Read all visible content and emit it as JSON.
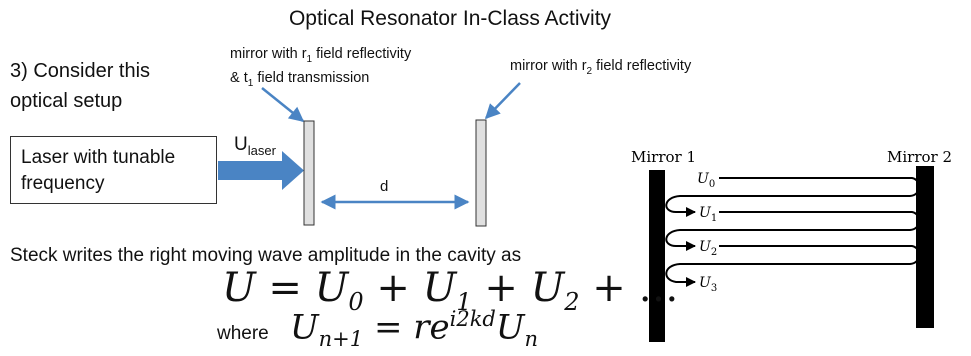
{
  "title": "Optical Resonator In-Class Activity",
  "question": {
    "line1": "3) Consider this",
    "line2": "optical setup"
  },
  "mirror1_annotation": {
    "line1_pre": "mirror with r",
    "line1_sub": "1",
    "line1_post": " field reflectivity",
    "line2_pre": "& t",
    "line2_sub": "1",
    "line2_post": " field transmission"
  },
  "mirror2_annotation": {
    "pre": "mirror with r",
    "sub": "2",
    "post": " field reflectivity"
  },
  "laser_box": {
    "line1": "Laser with tunable",
    "line2": "frequency"
  },
  "u_laser": {
    "main": "U",
    "sub": "laser"
  },
  "distance_label": "d",
  "steck_text": "Steck writes the right moving wave amplitude in the cavity as",
  "equation1": {
    "lhs": "U",
    "eq": " = ",
    "t0": "U",
    "s0": "0",
    "plus": " + ",
    "t1": "U",
    "s1": "1",
    "t2": "U",
    "s2": "2",
    "dots": "…"
  },
  "where_label": "where",
  "equation2": {
    "lhs": "U",
    "lhs_sub": "n+1",
    "eq": " = ",
    "r": "re",
    "exp": "i2kd",
    "rhs": "U",
    "rhs_sub": "n"
  },
  "cavity_diagram": {
    "mirror1_label": "Mirror 1",
    "mirror2_label": "Mirror 2",
    "wave_labels": [
      {
        "main": "U",
        "sub": "0"
      },
      {
        "main": "U",
        "sub": "1"
      },
      {
        "main": "U",
        "sub": "2"
      },
      {
        "main": "U",
        "sub": "3"
      }
    ]
  },
  "colors": {
    "arrow_blue": "#4a84c4",
    "mirror_gray": "#e0e0e0",
    "cavity_mirror": "#000000"
  }
}
